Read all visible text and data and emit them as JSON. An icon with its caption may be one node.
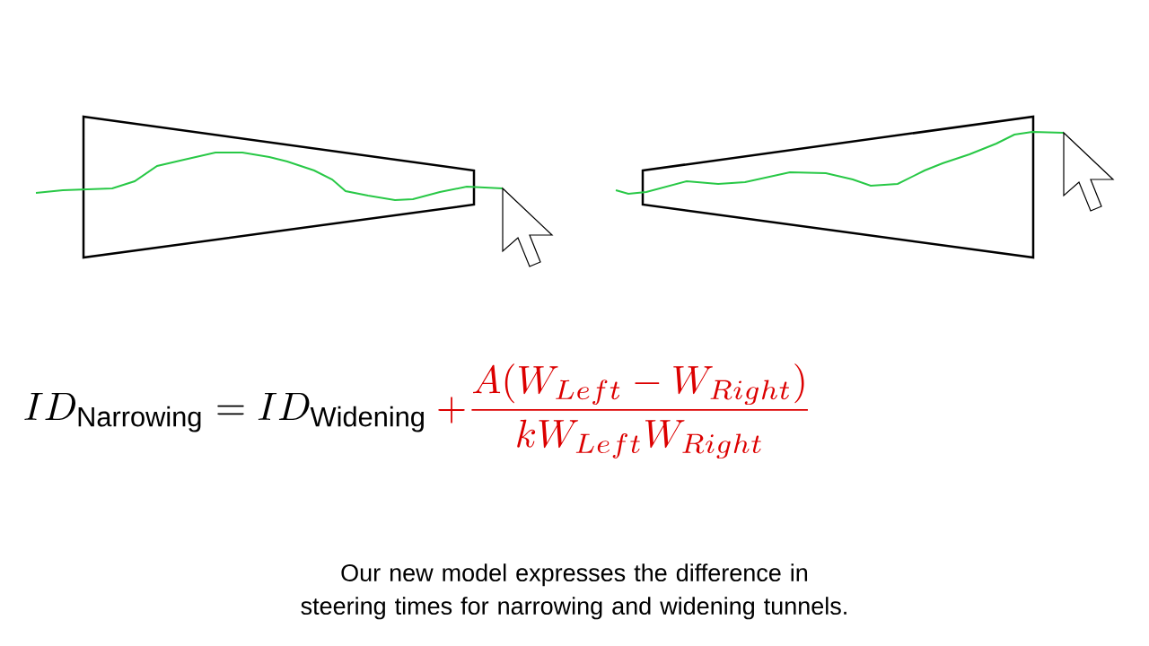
{
  "diagram": {
    "caption": "Our new model expresses the difference in steering times for narrowing and widening tunnels.",
    "labels": [
      "ID_{\\mathrm{Narrowing}} = ID_{\\mathrm{Widening}}",
      "+\\frac{A(W_{Left}-W_{Right})}{kW_{Left}W_{Right}}"
    ]
  }
}
